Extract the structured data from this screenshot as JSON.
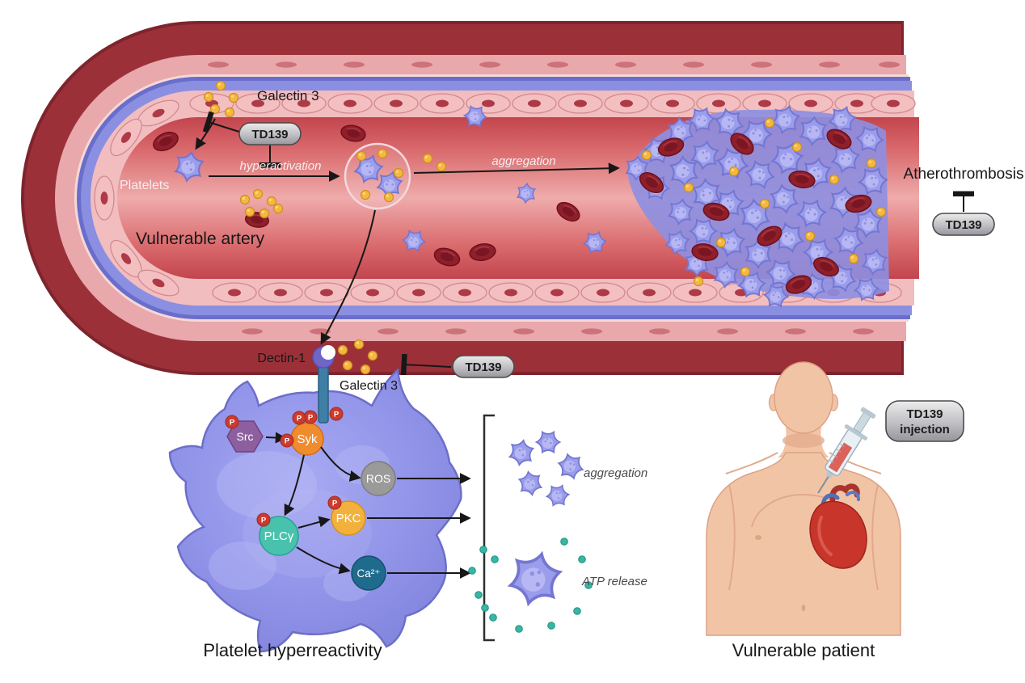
{
  "figure": {
    "artery": {
      "galectin_label": "Galectin 3",
      "td139_top": "TD139",
      "platelets_label": "Platelets",
      "hyperactivation_label": "hyperactivation",
      "aggregation_label": "aggregation",
      "vessel_label": "Vulnerable artery",
      "outcome_label": "Atherothrombosis",
      "td139_right": "TD139"
    },
    "signaling": {
      "receptor_label": "Dectin-1",
      "galectin_label": "Galectin 3",
      "td139": "TD139",
      "phospho": "P",
      "src": "Src",
      "syk": "Syk",
      "ros": "ROS",
      "pkc": "PKC",
      "plcg": "PLCγ",
      "ca": "Ca²⁺",
      "aggregation_label": "aggregation",
      "atp_label": "ATP release",
      "caption": "Platelet hyperreactivity"
    },
    "patient": {
      "td139_line1": "TD139",
      "td139_line2": "injection",
      "caption": "Vulnerable patient"
    }
  },
  "colors": {
    "platelet": "#9a9cec",
    "platelet_stroke": "#7476d0",
    "rbc": "#8f1f2b",
    "galectin": "#f4b83f",
    "atp_dot": "#35b7a4",
    "vessel_outer": "#9c3038",
    "vessel_blue": "#8b8fe2",
    "pill_text": "#1c1c1c"
  }
}
